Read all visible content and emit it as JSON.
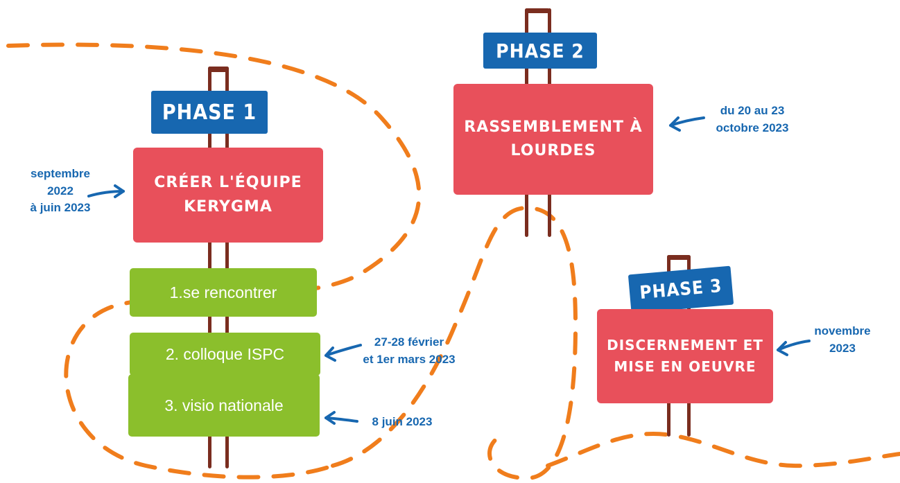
{
  "phases": [
    {
      "tag": "PHASE 1",
      "title": [
        "CRÉER L'ÉQUIPE",
        "KERYGMA"
      ],
      "date_note": [
        "septembre",
        "2022",
        "à juin 2023"
      ],
      "steps": [
        {
          "label": "1.se rencontrer"
        },
        {
          "label": "2. colloque ISPC",
          "note": [
            "27-28 février",
            "et 1er mars 2023"
          ]
        },
        {
          "label": "3. visio nationale",
          "note": [
            "8 juin 2023"
          ]
        }
      ]
    },
    {
      "tag": "PHASE 2",
      "title": [
        "RASSEMBLEMENT À",
        "LOURDES"
      ],
      "date_note": [
        "du 20 au 23",
        "octobre 2023"
      ]
    },
    {
      "tag": "PHASE 3",
      "title": [
        "DISCERNEMENT ET",
        "MISE EN OEUVRE"
      ],
      "date_note": [
        "novembre",
        "2023"
      ]
    }
  ],
  "colors": {
    "path": "#f07d1c",
    "tag": "#1767b0",
    "sign": "#e8505b",
    "step": "#8bbf2c",
    "pole": "#7a2d1f",
    "note": "#1767b0"
  }
}
